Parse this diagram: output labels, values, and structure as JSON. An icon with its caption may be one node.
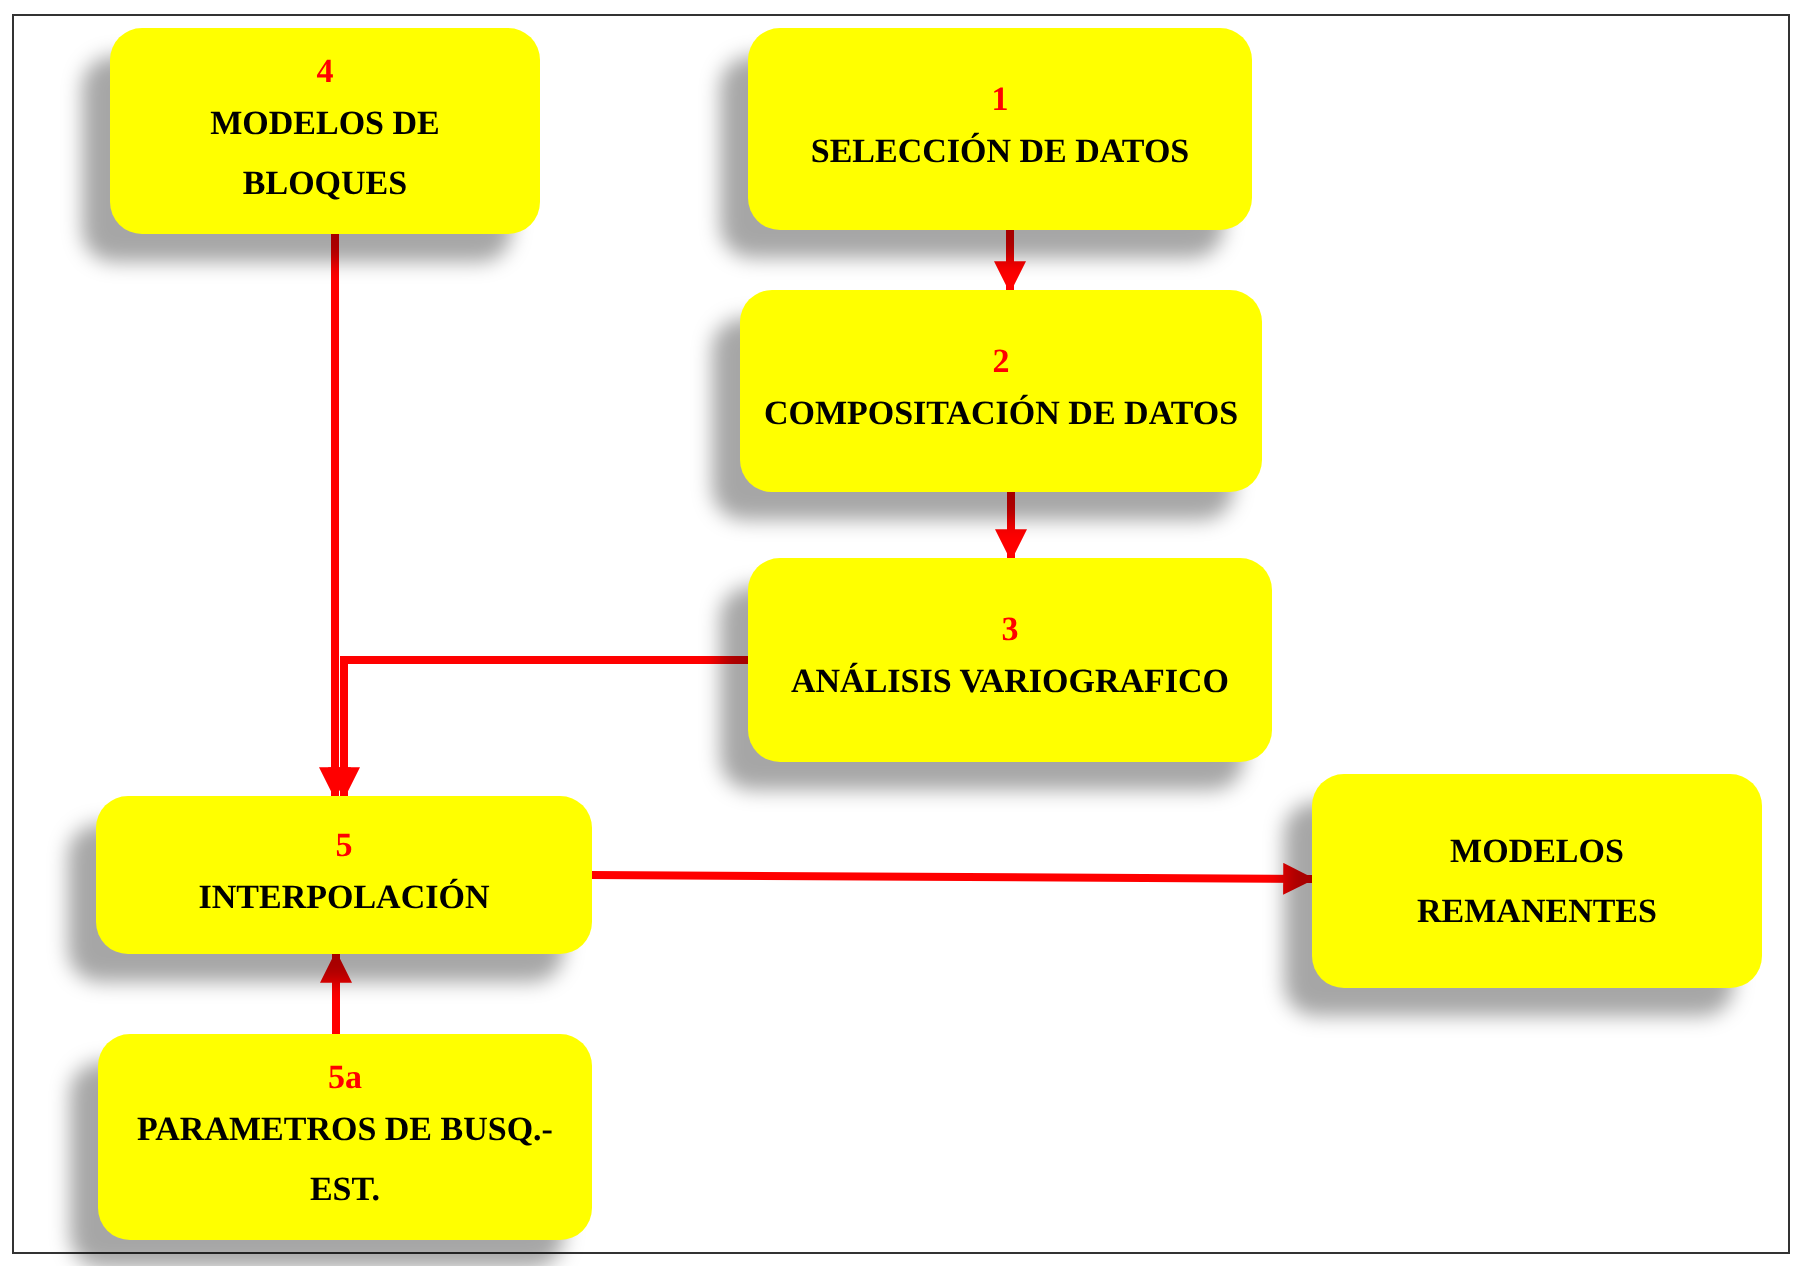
{
  "diagram": {
    "nodes": [
      {
        "text": [
          "4",
          "MODELOS DE BLOQUES"
        ]
      },
      {
        "text": [
          "1",
          "SELECCIÓN DE DATOS"
        ]
      },
      {
        "text": [
          "2",
          "COMPOSITACIÓN DE DATOS"
        ]
      },
      {
        "text": [
          "3",
          "ANÁLISIS VARIOGRAFICO"
        ]
      },
      {
        "text": [
          "5",
          "INTERPOLACIÓN"
        ]
      },
      {
        "text": [
          "MODELOS REMANENTES"
        ]
      },
      {
        "text": [
          "5a",
          "PARAMETROS DE BUSQ.-EST."
        ]
      }
    ],
    "edges": [
      {
        "from": 1,
        "to": 2,
        "arrow": "to"
      },
      {
        "from": 2,
        "to": 3,
        "arrow": "to"
      },
      {
        "from": 0,
        "to": 4,
        "arrow": "to"
      },
      {
        "from": 3,
        "to": 4,
        "arrow": "to"
      },
      {
        "from": 4,
        "to": 5,
        "arrow": "to"
      },
      {
        "from": 6,
        "to": 4,
        "arrow": "to"
      }
    ]
  }
}
